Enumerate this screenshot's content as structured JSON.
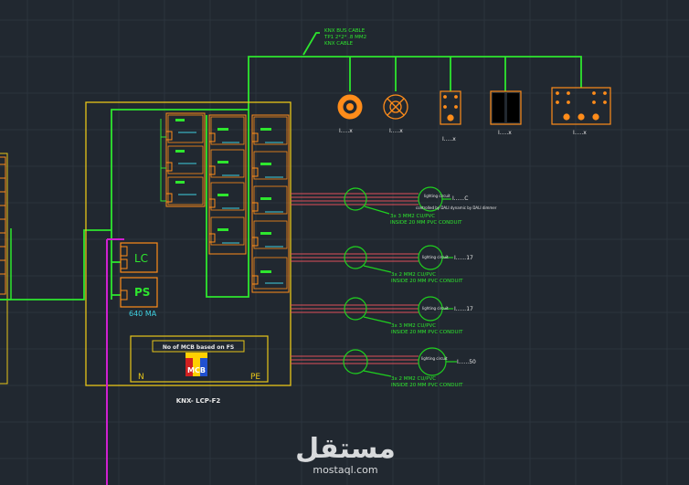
{
  "bus_cable": {
    "lines": [
      "KNX BUS CABLE",
      "TP1 2*2* .8 MM2",
      "KNX CABLE"
    ]
  },
  "devices": [
    {
      "label": "I.....x"
    },
    {
      "label": "I.....x"
    },
    {
      "label": "I.....x"
    },
    {
      "label": "I.....x"
    },
    {
      "label": "I.....x"
    }
  ],
  "panel": {
    "lc_label": "LC",
    "ps_label": "PS",
    "ps_rating": "640 MA",
    "mcb_note": "No of MCB based on FS",
    "mcb_label": "MCB",
    "n_label": "N",
    "pe_label": "PE",
    "panel_name": "KNX- LCP-F2"
  },
  "circuits": [
    {
      "load": "lighting circuit",
      "id": "I......C",
      "note": "controlled by DALI dynamic by DALI dimmer",
      "cable1": "3x 3 MM2 CU/PVC",
      "cable2": "INSIDE 20 MM PVC CONDUIT"
    },
    {
      "load": "lighting circuit",
      "id": "I......17",
      "note": "",
      "cable1": "3x 2 MM2 CU/PVC",
      "cable2": "INSIDE 20 MM PVC CONDUIT"
    },
    {
      "load": "lighting circuit",
      "id": "I......17",
      "note": "",
      "cable1": "3x 3 MM2 CU/PVC",
      "cable2": "INSIDE 20 MM PVC CONDUIT"
    },
    {
      "load": "lighting circuit",
      "id": "I......50",
      "note": "",
      "cable1": "3x 2 MM2 CU/PVC",
      "cable2": "INSIDE 20 MM PVC CONDUIT"
    }
  ],
  "watermark": {
    "arabic": "مستقل",
    "latin": "mostaql.com"
  },
  "colors": {
    "background": "#212830",
    "grid": "#2c343d",
    "bus": "#2ee62e",
    "panel": "#e8c619",
    "module": "#ff8c1a",
    "cable": "#e0505a",
    "conduit": "#1fd11f",
    "magenta": "#d020d0"
  }
}
